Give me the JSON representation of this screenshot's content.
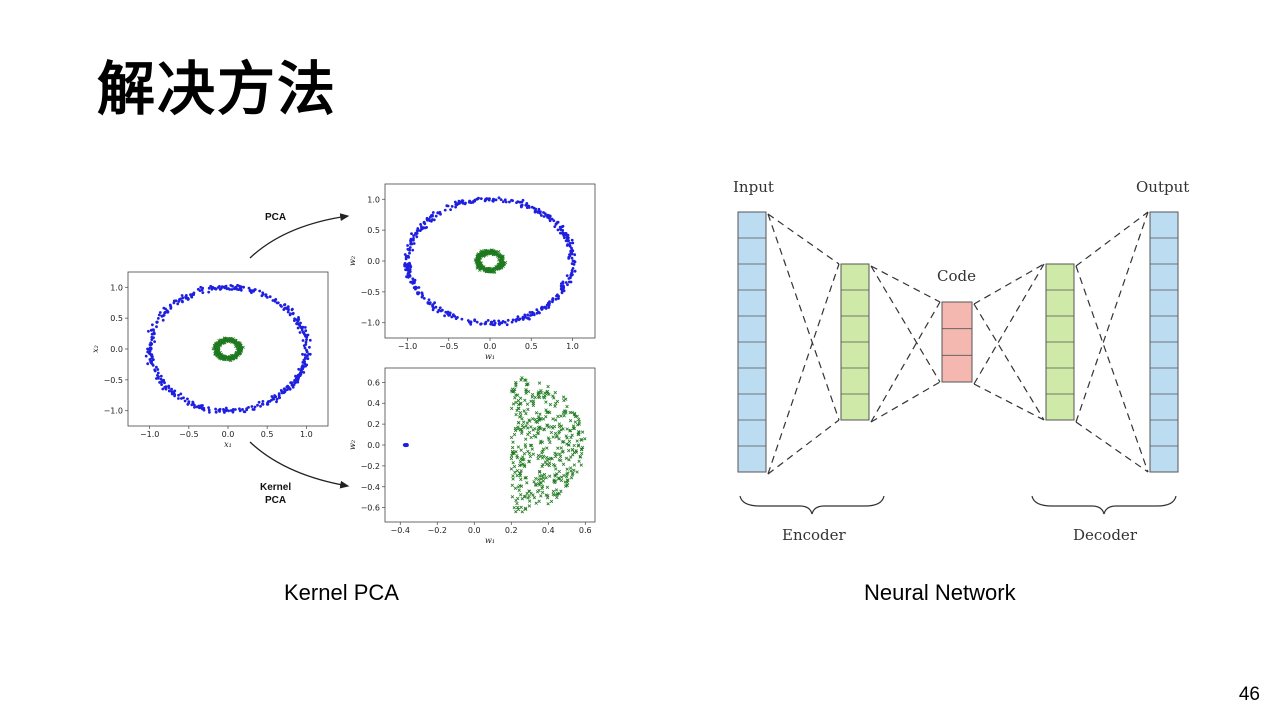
{
  "slide": {
    "title": "解决方法",
    "page_number": "46"
  },
  "figures": {
    "left_caption": "Kernel PCA",
    "right_caption": "Neural Network"
  },
  "kernel_pca_figure": {
    "arrow_top_label": "PCA",
    "arrow_bottom_label": "Kernel\nPCA",
    "colors": {
      "outer": "#1f1fe0",
      "inner": "#1f7a1f"
    }
  },
  "chart_data": [
    {
      "type": "scatter",
      "xlabel": "x₁",
      "ylabel": "x₂",
      "xlim": [
        -1.2,
        1.2
      ],
      "ylim": [
        -1.15,
        1.15
      ],
      "xticks": [
        "−1.0",
        "−0.5",
        "0.0",
        "0.5",
        "1.0"
      ],
      "yticks": [
        "1.0",
        "0.5",
        "0.0",
        "−0.5",
        "−1.0"
      ],
      "series": [
        {
          "marker": "dot",
          "color": "#1f1fe0",
          "shape": "ring",
          "radius": 1.0,
          "noise": 0.07
        },
        {
          "marker": "x",
          "color": "#1f7a1f",
          "shape": "ring",
          "radius": 0.15,
          "noise": 0.05
        }
      ]
    },
    {
      "type": "scatter",
      "xlabel": "w₁",
      "ylabel": "w₂",
      "xlim": [
        -1.2,
        1.2
      ],
      "ylim": [
        -1.15,
        1.15
      ],
      "xticks": [
        "−1.0",
        "−0.5",
        "0.0",
        "0.5",
        "1.0"
      ],
      "yticks": [
        "1.0",
        "0.5",
        "0.0",
        "−0.5",
        "−1.0"
      ],
      "series": [
        {
          "marker": "dot",
          "color": "#1f1fe0",
          "shape": "ring",
          "radius": 1.0,
          "noise": 0.07
        },
        {
          "marker": "x",
          "color": "#1f7a1f",
          "shape": "ring",
          "radius": 0.15,
          "noise": 0.05
        }
      ]
    },
    {
      "type": "scatter",
      "xlabel": "w₁",
      "ylabel": "w₂",
      "xlim": [
        -0.45,
        0.62
      ],
      "ylim": [
        -0.68,
        0.68
      ],
      "xticks": [
        "−0.4",
        "−0.2",
        "0.0",
        "0.2",
        "0.4",
        "0.6"
      ],
      "yticks": [
        "0.6",
        "0.4",
        "0.2",
        "0.0",
        "−0.2",
        "−0.4",
        "−0.6"
      ],
      "series": [
        {
          "marker": "dot",
          "color": "#1f1fe0",
          "shape": "cluster",
          "center": [
            -0.37,
            0.0
          ],
          "spread": [
            0.012,
            0.008
          ]
        },
        {
          "marker": "x",
          "color": "#1f7a1f",
          "shape": "half-disc",
          "center": [
            0.2,
            0.0
          ],
          "radius": 0.42
        }
      ]
    }
  ],
  "autoencoder": {
    "input_label": "Input",
    "code_label": "Code",
    "output_label": "Output",
    "encoder_label": "Encoder",
    "decoder_label": "Decoder",
    "colors": {
      "input_output": "#bcdcf2",
      "hidden": "#cfeaa8",
      "code": "#f4b8b0",
      "border": "#555555"
    }
  }
}
